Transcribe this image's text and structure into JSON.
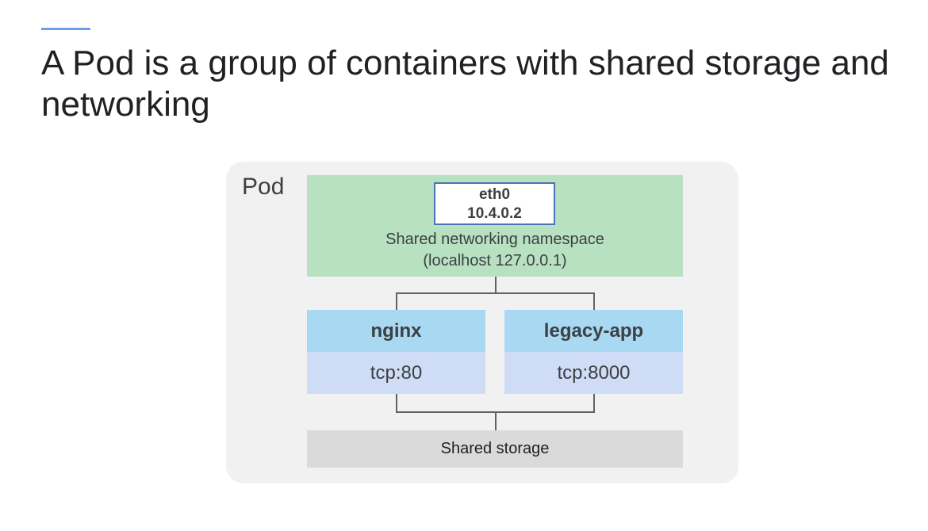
{
  "slide": {
    "title": "A Pod is a group of containers with shared storage and networking",
    "accent_color": "#6d9eeb"
  },
  "pod": {
    "label": "Pod",
    "background": "#f1f1f1",
    "network": {
      "interface_name": "eth0",
      "ip_address": "10.4.0.2",
      "namespace_label": "Shared networking namespace",
      "localhost_label": "(localhost 127.0.0.1)",
      "color": "#b7e1c0"
    },
    "containers": [
      {
        "name": "nginx",
        "port": "tcp:80"
      },
      {
        "name": "legacy-app",
        "port": "tcp:8000"
      }
    ],
    "container_header_color": "#a8d8f2",
    "container_port_color": "#cfdcf6",
    "storage": {
      "label": "Shared storage",
      "color": "#dadada"
    }
  }
}
